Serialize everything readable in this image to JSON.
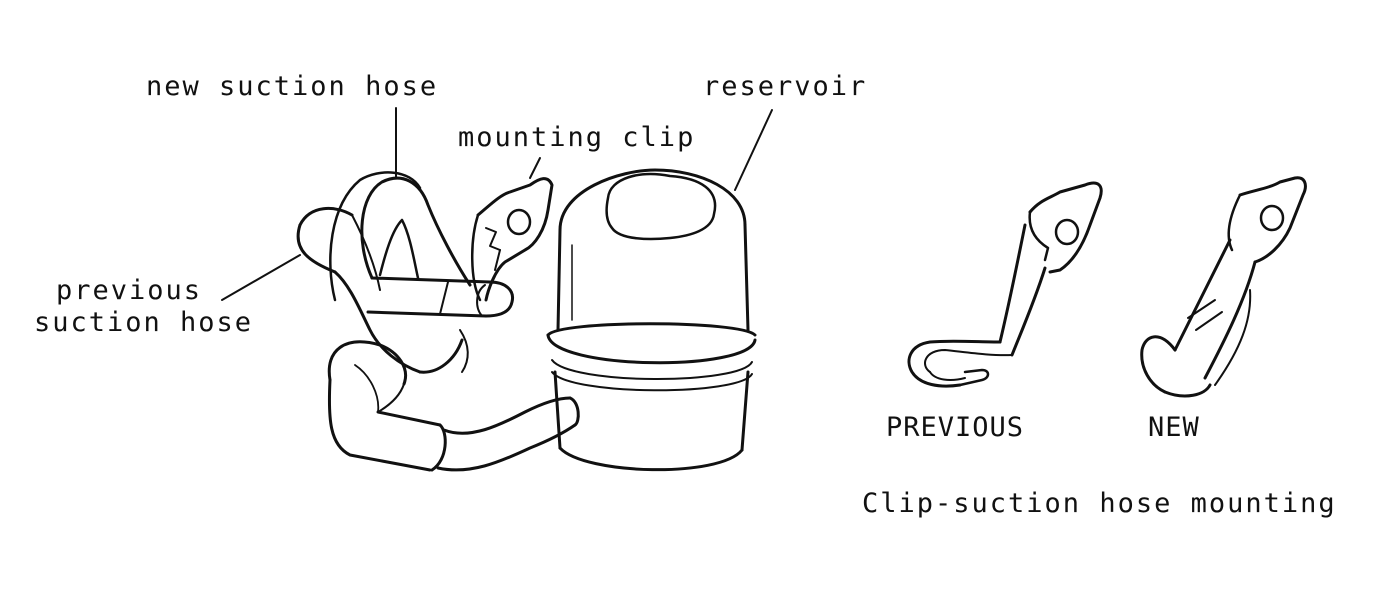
{
  "labels": {
    "new_suction_hose": "new suction hose",
    "reservoir": "reservoir",
    "mounting_clip": "mounting clip",
    "previous_line1": "previous",
    "previous_line2": "suction hose",
    "clip_previous": "PREVIOUS",
    "clip_new": "NEW",
    "caption": "Clip-suction hose mounting"
  },
  "colors": {
    "ink": "#111111",
    "paper": "#ffffff"
  }
}
